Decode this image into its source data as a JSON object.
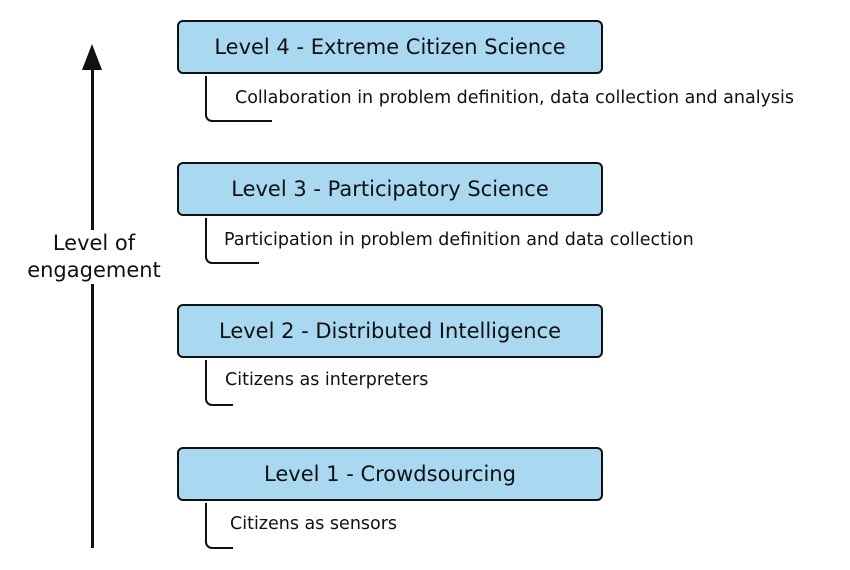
{
  "axis": {
    "label_line1": "Level of",
    "label_line2": "engagement"
  },
  "levels": [
    {
      "title": "Level 4 - Extreme Citizen Science",
      "description": "Collaboration in problem definition, data collection and analysis"
    },
    {
      "title": "Level 3 - Participatory Science",
      "description": "Participation in problem definition and data collection"
    },
    {
      "title": "Level 2 - Distributed Intelligence",
      "description": "Citizens as interpreters"
    },
    {
      "title": "Level 1 - Crowdsourcing",
      "description": "Citizens as sensors"
    }
  ],
  "colors": {
    "box_fill": "#a9d8f1",
    "stroke": "#111111"
  }
}
